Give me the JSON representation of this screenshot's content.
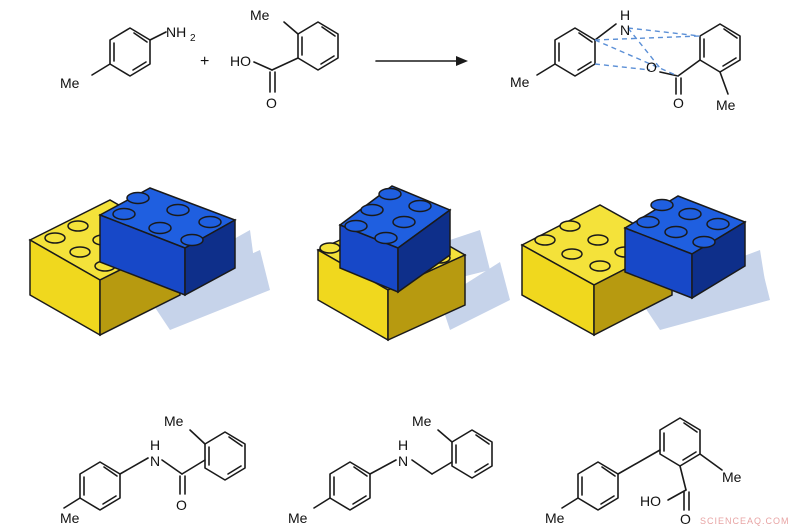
{
  "reaction": {
    "reactant1": {
      "amine": "NH",
      "amine_sub": "2",
      "methyl": "Me"
    },
    "plus": "+",
    "reactant2": {
      "methyl": "Me",
      "acid_ho": "HO",
      "carbonyl_o": "O"
    },
    "product": {
      "nh": "H",
      "n": "N",
      "ring_o": "O",
      "carbonyl_o": "O",
      "methyl1": "Me",
      "methyl2": "Me"
    }
  },
  "products": [
    {
      "methyl_top": "Me",
      "nh": "H",
      "n": "N",
      "carbonyl_o": "O",
      "methyl_bottom": "Me"
    },
    {
      "methyl_top": "Me",
      "nh": "H",
      "n": "N",
      "methyl_bottom": "Me"
    },
    {
      "methyl_right": "Me",
      "methyl_bottom": "Me",
      "acid_ho": "HO",
      "carbonyl_o": "O"
    }
  ],
  "watermark": "SCIENCEAQ.COM",
  "colors": {
    "yellow_brick": "#f4e23a",
    "blue_brick": "#1f5fe0",
    "shadow": "#c6d3ea",
    "dash": "#5b8fd6"
  }
}
